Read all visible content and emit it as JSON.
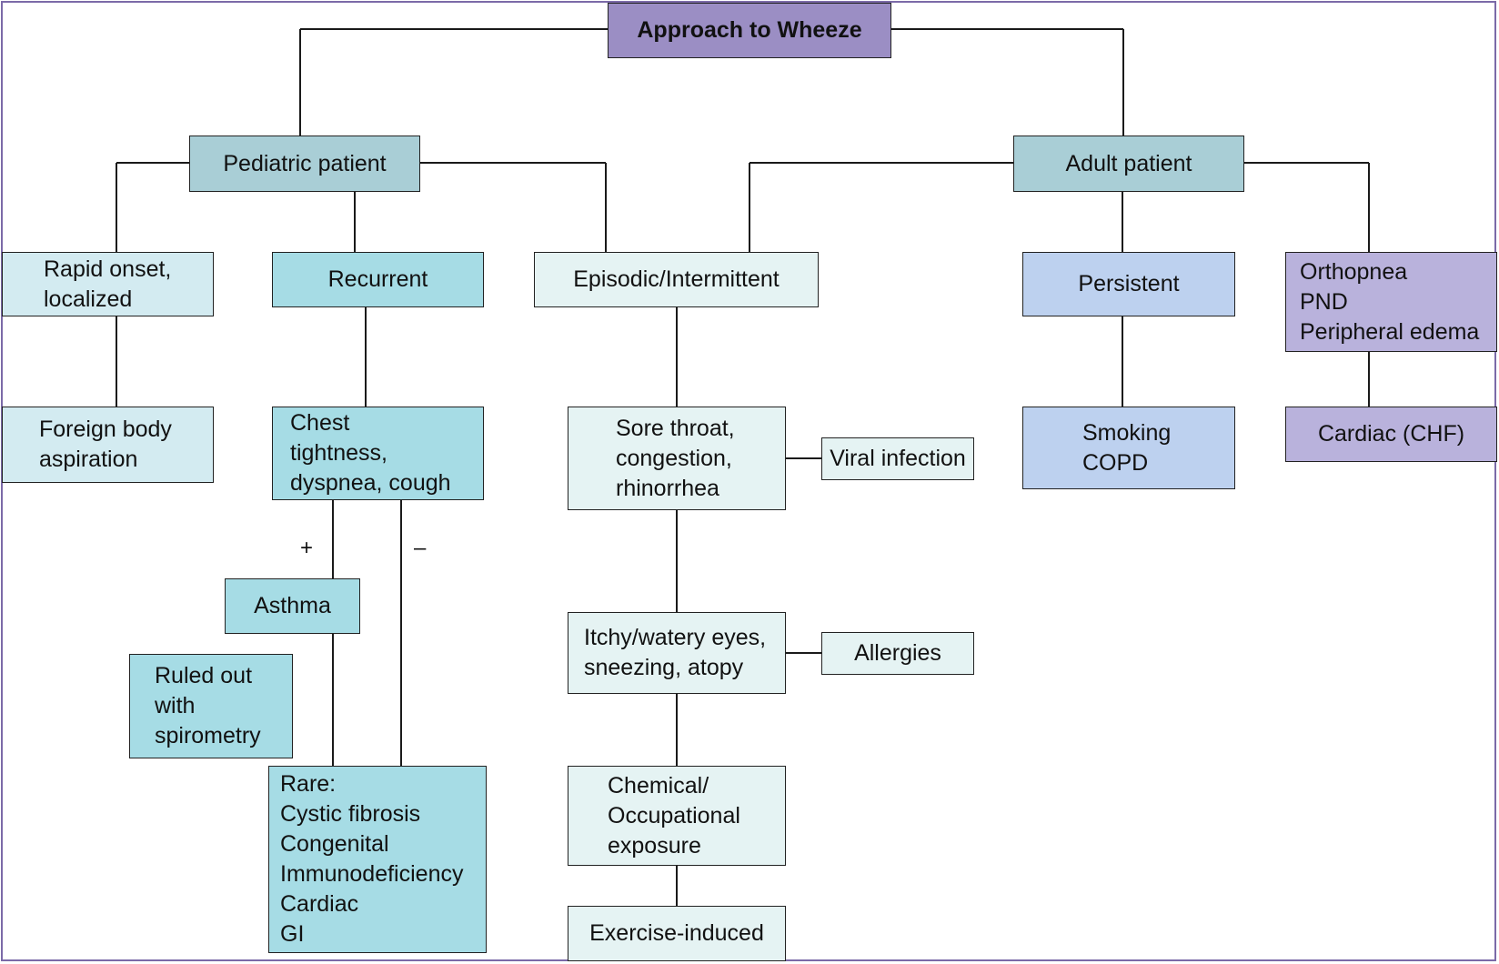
{
  "title": "Approach to Wheeze",
  "colors": {
    "root": "#9b8ec4",
    "patient": "#a9ced6",
    "pediatric_light": "#d3ebf1",
    "pediatric_teal": "#a6dce5",
    "episodic": "#e5f3f3",
    "persistent": "#bdd1ef",
    "cardiac": "#b9b2dc",
    "frame": "#7b6aa8"
  },
  "nodes": {
    "pediatric": [
      "Pediatric patient"
    ],
    "adult": [
      "Adult patient"
    ],
    "rapid_onset": [
      "Rapid onset,",
      "localized"
    ],
    "recurrent": [
      "Recurrent"
    ],
    "episodic": [
      "Episodic/Intermittent"
    ],
    "persistent": [
      "Persistent"
    ],
    "orthopnea": [
      "Orthopnea",
      "PND",
      "Peripheral edema"
    ],
    "foreign_body": [
      "Foreign body",
      "aspiration"
    ],
    "chest": [
      "Chest",
      "tightness,",
      "dyspnea, cough"
    ],
    "sore_throat": [
      "Sore throat,",
      "congestion,",
      "rhinorrhea"
    ],
    "viral": [
      "Viral infection"
    ],
    "smoking": [
      "Smoking",
      "COPD"
    ],
    "chf": [
      "Cardiac (CHF)"
    ],
    "asthma": [
      "Asthma"
    ],
    "ruled_out": [
      "Ruled out",
      "with",
      "spirometry"
    ],
    "itchy": [
      "Itchy/watery eyes,",
      "sneezing, atopy"
    ],
    "allergies": [
      "Allergies"
    ],
    "rare": [
      "Rare:",
      "Cystic fibrosis",
      "Congenital",
      "Immunodeficiency",
      "Cardiac",
      "GI"
    ],
    "chemical": [
      "Chemical/",
      "Occupational",
      "exposure"
    ],
    "exercise": [
      "Exercise-induced"
    ]
  },
  "signs": {
    "positive": "+",
    "negative": "–"
  }
}
